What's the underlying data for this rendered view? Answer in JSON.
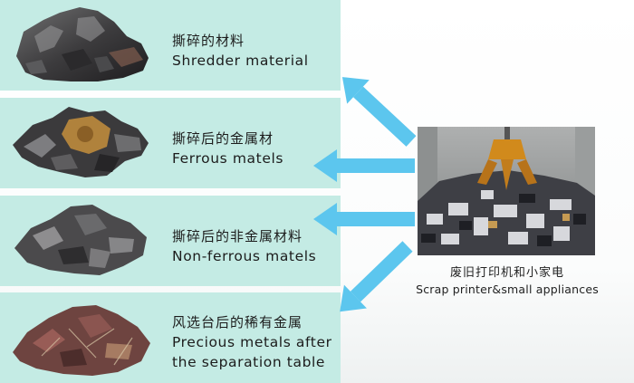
{
  "items": [
    {
      "zh": "撕碎的材料",
      "en": "Shredder material"
    },
    {
      "zh": "撕碎后的金属材",
      "en": "Ferrous matels"
    },
    {
      "zh": "撕碎后的非金属材料",
      "en": "Non-ferrous matels"
    },
    {
      "zh": "风选台后的稀有金属",
      "en": "Precious metals after",
      "en2": "the separation table"
    }
  ],
  "source": {
    "zh": "废旧打印机和小家电",
    "en": "Scrap printer&small appliances"
  },
  "colors": {
    "panel": "#c4ebe4",
    "arrow": "#5cc6ee"
  }
}
